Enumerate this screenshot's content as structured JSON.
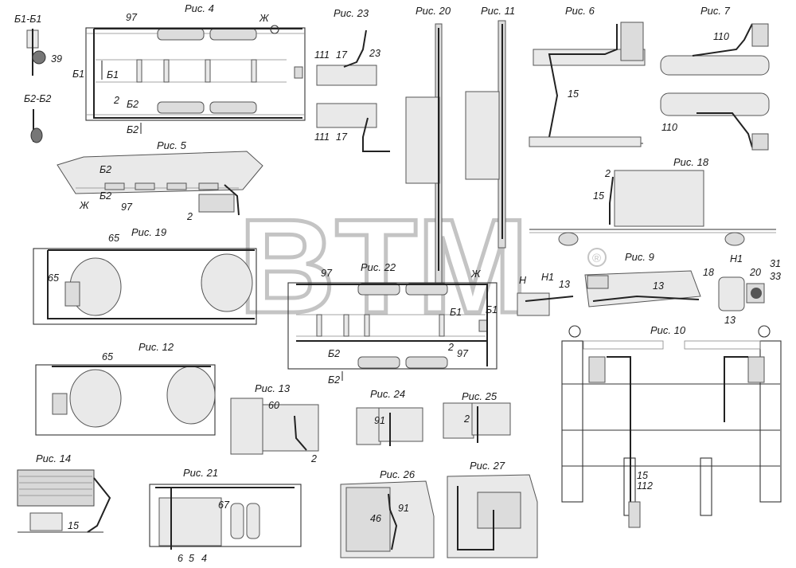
{
  "figures": {
    "fig4": "Рис. 4",
    "fig5": "Рис. 5",
    "fig6": "Рис. 6",
    "fig7": "Рис. 7",
    "fig9": "Рис. 9",
    "fig10": "Рис. 10",
    "fig11": "Рис. 11",
    "fig12": "Рис. 12",
    "fig13": "Рис. 13",
    "fig14": "Рис. 14",
    "fig18": "Рис. 18",
    "fig19": "Рис. 19",
    "fig20": "Рис. 20",
    "fig21": "Рис. 21",
    "fig22": "Рис. 22",
    "fig23": "Рис. 23",
    "fig24": "Рис. 24",
    "fig25": "Рис. 25",
    "fig26": "Рис. 26",
    "fig27": "Рис. 27"
  },
  "sections": {
    "b1": "Б1-Б1",
    "b2": "Б2-Б2"
  },
  "callouts": {
    "n97": "97",
    "n39": "39",
    "zh": "Ж",
    "b1": "Б1",
    "b2": "Б2",
    "n2": "2",
    "n111": "111",
    "n17": "17",
    "n23": "23",
    "n15": "15",
    "n110": "110",
    "n65": "65",
    "n13": "13",
    "n18": "18",
    "n20": "20",
    "n31": "31",
    "n33": "33",
    "h": "Н",
    "h1": "Н1",
    "n60": "60",
    "n91": "91",
    "n46": "46",
    "n67": "67",
    "n6": "6",
    "n5": "5",
    "n4": "4",
    "n112": "112"
  },
  "watermark": {
    "text": "BTM",
    "mark": "®"
  }
}
